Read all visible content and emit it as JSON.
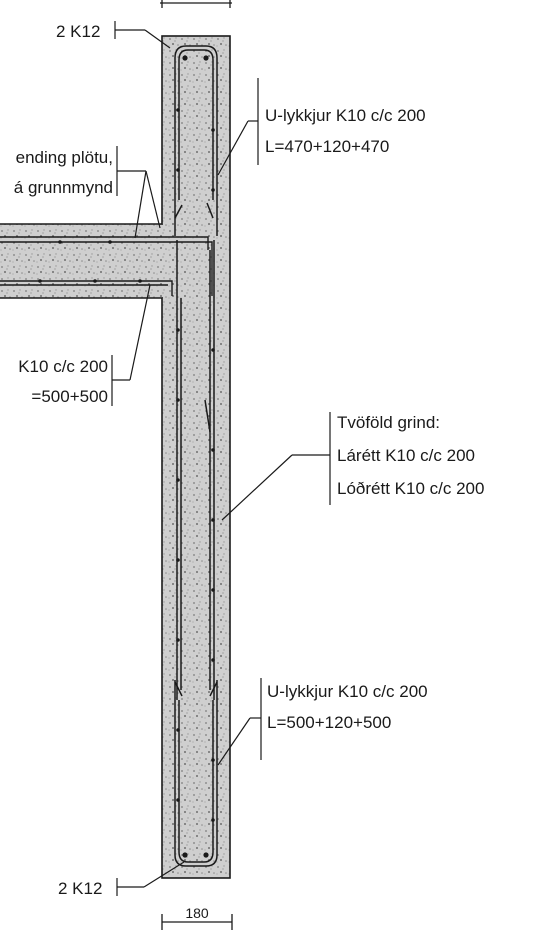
{
  "labels": {
    "top_bars": "2 K12",
    "bottom_bars": "2 K12",
    "slab_ref_line1": "ending plötu,",
    "slab_ref_line2": "á grunnmynd",
    "slab_bars_line1": "K10 c/c 200",
    "slab_bars_line2": "=500+500",
    "u_bars_top_line1": "U-lykkjur K10 c/c 200",
    "u_bars_top_line2": "L=470+120+470",
    "mesh_line1": "Tvöföld grind:",
    "mesh_line2": "Lárétt K10 c/c 200",
    "mesh_line3": "Lóðrétt K10 c/c 200",
    "u_bars_bottom_line1": "U-lykkjur K10 c/c 200",
    "u_bars_bottom_line2": "L=500+120+500",
    "dimension": "180"
  },
  "colors": {
    "ink": "#1a1a1a",
    "concrete": "#c9c9c9",
    "concrete_speckle": "#8a8a8a"
  }
}
